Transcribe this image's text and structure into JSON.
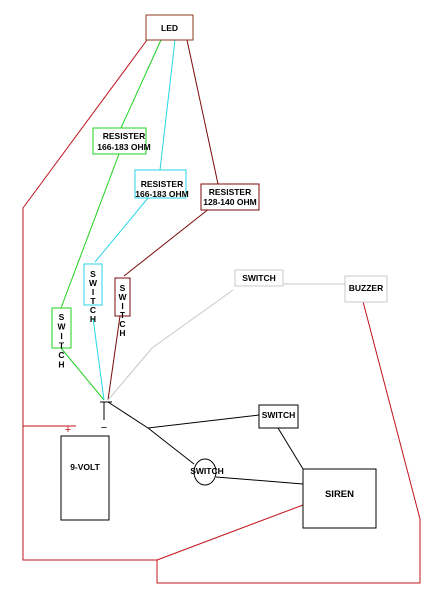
{
  "colors": {
    "red": "#c0141c",
    "green": "#1dd21d",
    "cyan": "#28d6e6",
    "maroon": "#7a0a0a",
    "brown": "#8b3a1a",
    "gray": "#c8c8c8",
    "black": "#000000"
  },
  "components": {
    "led": "LED",
    "resister_green_line1": "RESISTER",
    "resister_green_line2": "166-183 OHM",
    "resister_cyan_line1": "RESISTER",
    "resister_cyan_line2": "166-183 OHM",
    "resister_maroon_line1": "RESISTER",
    "resister_maroon_line2": "128-140 OHM",
    "switch_green": "SWITCH",
    "switch_cyan": "SWITCH",
    "switch_maroon": "SWITCH",
    "switch_buzzer": "SWITCH",
    "buzzer": "BUZZER",
    "switch_siren_box": "SWITCH",
    "switch_oval": "SWITCH",
    "siren": "SIREN",
    "battery": "9-VOLT",
    "plus_sign": "+",
    "minus_sign": "−"
  }
}
